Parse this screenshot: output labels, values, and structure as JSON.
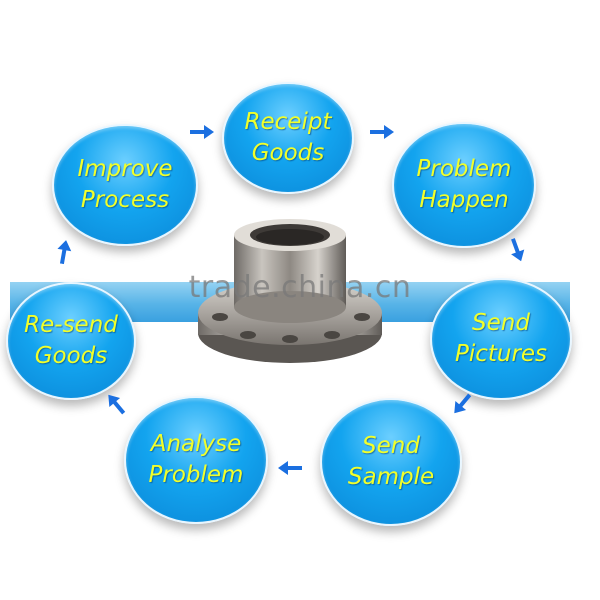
{
  "diagram": {
    "steps": [
      {
        "id": "receipt-goods",
        "line1": "Receipt",
        "line2": "Goods"
      },
      {
        "id": "problem-happen",
        "line1": "Problem",
        "line2": "Happen"
      },
      {
        "id": "send-pictures",
        "line1": "Send",
        "line2": "Pictures"
      },
      {
        "id": "send-sample",
        "line1": "Send",
        "line2": "Sample"
      },
      {
        "id": "analyse-problem",
        "line1": "Analyse",
        "line2": "Problem"
      },
      {
        "id": "re-send-goods",
        "line1": "Re-send",
        "line2": "Goods"
      },
      {
        "id": "improve-process",
        "line1": "Improve",
        "line2": "Process"
      }
    ],
    "center_image": "steel-flange-icon",
    "watermark": "trade.china.cn"
  },
  "colors": {
    "node_fill": "#13a4ef",
    "node_text": "#f1ff2a",
    "arrow": "#1b6fe0",
    "band": "#4fb0e6"
  }
}
